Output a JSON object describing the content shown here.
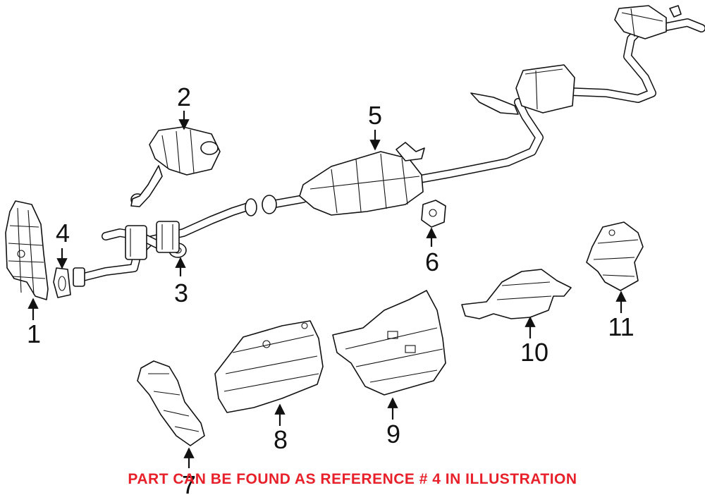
{
  "callouts": [
    "1",
    "2",
    "3",
    "4",
    "5",
    "6",
    "7",
    "8",
    "9",
    "10",
    "11"
  ],
  "footnote": "PART CAN BE FOUND AS REFERENCE # 4 IN ILLUSTRATION",
  "colors": {
    "footnote": "#e8202a",
    "line": "#111111",
    "background": "#ffffff"
  }
}
